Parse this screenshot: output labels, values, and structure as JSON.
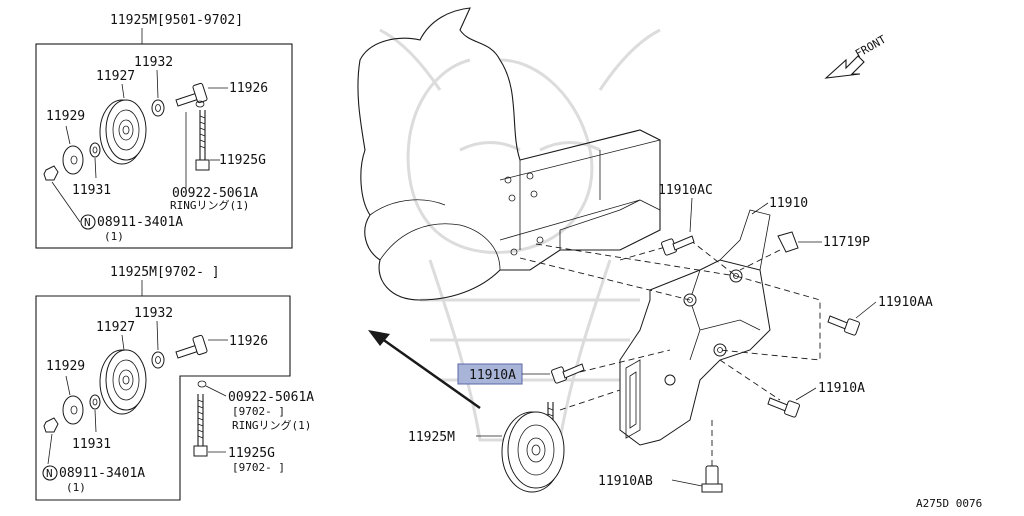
{
  "box_top": {
    "title": "11925M[9501-9702]",
    "labels": {
      "p11932": "11932",
      "p11927": "11927",
      "p11926": "11926",
      "p11929": "11929",
      "p11925g": "11925G",
      "p11931": "11931",
      "ring_part": "00922-5061A",
      "ring_text": "RINGリング(1)",
      "nut_circle": "N",
      "nut_part": "08911-3401A",
      "nut_qty": "(1)"
    }
  },
  "box_bottom": {
    "title": "11925M[9702-    ]",
    "labels": {
      "p11932": "11932",
      "p11927": "11927",
      "p11926": "11926",
      "p11929": "11929",
      "ring_part": "00922-5061A",
      "ring_range": "[9702-    ]",
      "ring_text": "RINGリング(1)",
      "p11925g": "11925G",
      "p11925g_range": "[9702-    ]",
      "p11931": "11931",
      "nut_circle": "N",
      "nut_part": "08911-3401A",
      "nut_qty": "(1)"
    }
  },
  "main": {
    "front": "FRONT",
    "p11910ac": "11910AC",
    "p11910": "11910",
    "p11719p": "11719P",
    "p11910aa": "11910AA",
    "p11910a_right": "11910A",
    "p11910a_highlight": "11910A",
    "p11925m": "11925M",
    "p11910ab": "11910AB",
    "code": "A275D 0076"
  },
  "colors": {
    "highlight": "#a9b4d9",
    "line": "#1a1a1a",
    "watermark": "#dcdcdc"
  }
}
